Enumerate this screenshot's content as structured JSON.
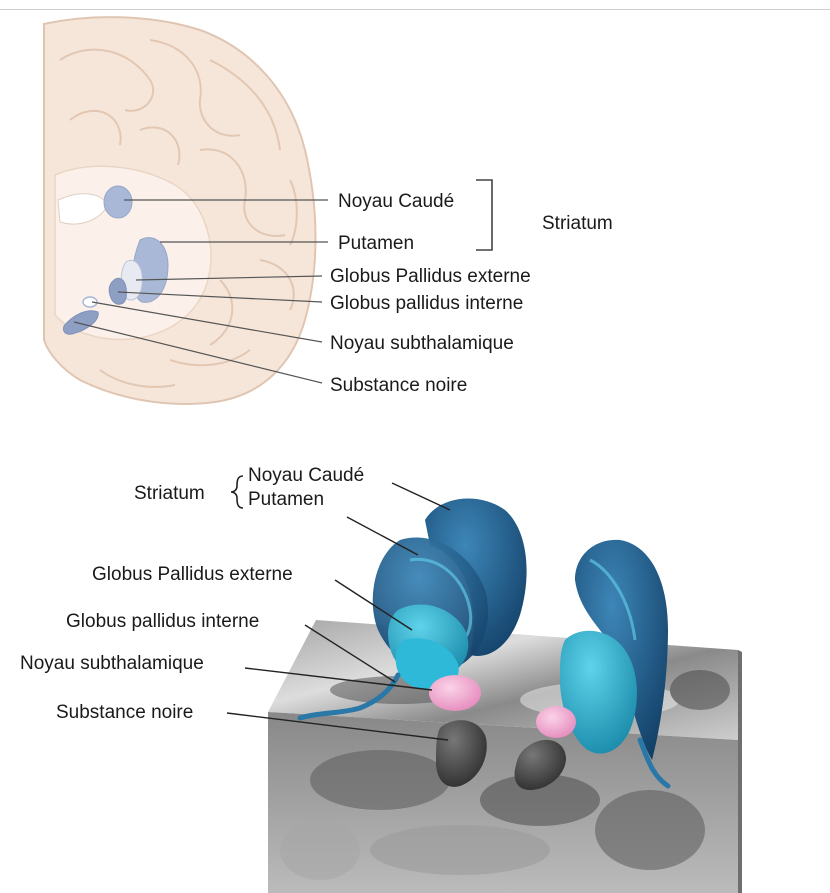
{
  "top_diagram": {
    "labels": {
      "noyau_caude": "Noyau Caudé",
      "putamen": "Putamen",
      "striatum": "Striatum",
      "gp_externe": "Globus Pallidus externe",
      "gp_interne": "Globus pallidus interne",
      "subthalamique": "Noyau subthalamique",
      "substance_noire": "Substance noire"
    }
  },
  "bottom_diagram": {
    "labels": {
      "striatum": "Striatum",
      "noyau_caude": "Noyau Caudé",
      "putamen": "Putamen",
      "gp_externe": "Globus Pallidus externe",
      "gp_interne": "Globus pallidus interne",
      "subthalamique": "Noyau subthalamique",
      "substance_noire": "Substance noire"
    }
  },
  "colors": {
    "cortex_fill": "#f6e6da",
    "cortex_outline": "#e0c6b2",
    "nucleus_blue": "#a9b8d6",
    "striatum_blue": "#1f5f8f",
    "pallidus_cyan": "#22a7c7",
    "subthalamic_pink": "#f3a9cf",
    "substantia_dark": "#444444"
  }
}
